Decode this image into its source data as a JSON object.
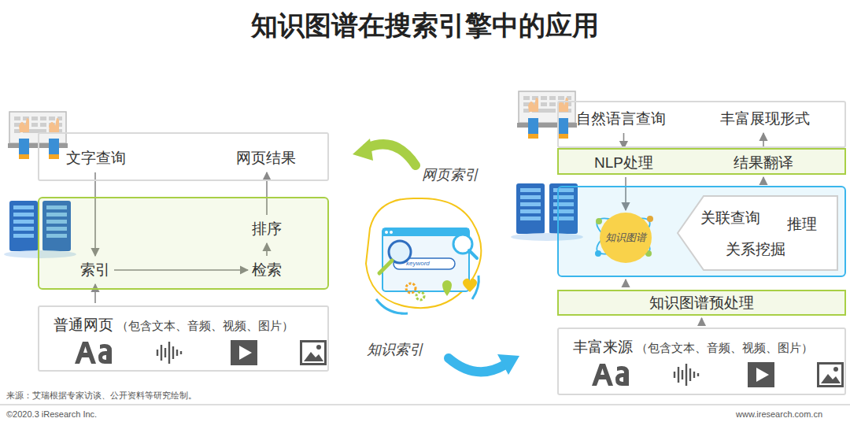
{
  "diagram": {
    "title": "知识图谱在搜索引擎中的应用",
    "nodes": [
      {
        "text": []
      },
      {
        "text": [
          "文字查询"
        ],
        "in": 0
      },
      {
        "text": [
          "网页结果"
        ],
        "in": 0
      },
      {
        "text": []
      },
      {
        "text": [
          "索引"
        ],
        "in": 3
      },
      {
        "text": [
          "检索"
        ],
        "in": 3
      },
      {
        "text": [
          "排序"
        ],
        "in": 3
      },
      {
        "text": [
          "普通网页",
          "（包含文本、音频、视频、图片）"
        ]
      },
      {
        "text": []
      },
      {
        "text": [
          "自然语言查询"
        ],
        "in": 8
      },
      {
        "text": [
          "丰富展现形式"
        ],
        "in": 8
      },
      {
        "text": []
      },
      {
        "text": [
          "NLP处理"
        ],
        "in": 11
      },
      {
        "text": [
          "结果翻译"
        ],
        "in": 11
      },
      {
        "text": []
      },
      {
        "text": [
          "知识图谱"
        ],
        "in": 14
      },
      {
        "text": [
          "关联查询",
          "推理",
          "关系挖掘"
        ],
        "in": 14
      },
      {
        "text": [
          "知识图谱预处理"
        ]
      },
      {
        "text": [
          "丰富来源",
          "（包含文本、音频、视频、图片）"
        ]
      }
    ],
    "edges": [
      {
        "from": 1,
        "to": 4,
        "arrow": "to"
      },
      {
        "from": 4,
        "to": 5,
        "arrow": "to"
      },
      {
        "from": 5,
        "to": 6,
        "arrow": "to"
      },
      {
        "from": 6,
        "to": 2,
        "arrow": "to"
      },
      {
        "from": 7,
        "to": 4,
        "arrow": "to"
      },
      {
        "from": 9,
        "to": 12,
        "arrow": "to"
      },
      {
        "from": 12,
        "to": 15,
        "arrow": "to"
      },
      {
        "from": 14,
        "to": 13,
        "arrow": "to"
      },
      {
        "from": 13,
        "to": 10,
        "arrow": "to"
      },
      {
        "from": 17,
        "to": 14,
        "arrow": "to"
      },
      {
        "from": 18,
        "to": 17,
        "arrow": "to"
      }
    ],
    "labels": [
      "网页索引",
      "知识索引",
      "keyword",
      "来源：艾瑞根据专家访谈、公开资料等研究绘制。",
      "©2020.3 iResearch Inc.",
      "www.iresearch.com.cn"
    ]
  }
}
